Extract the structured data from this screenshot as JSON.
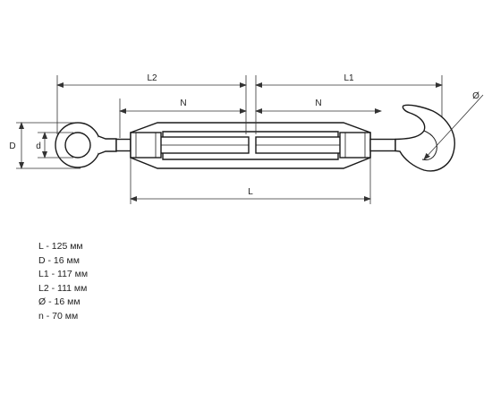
{
  "diagram": {
    "dimension_labels": {
      "L2": "L2",
      "L1": "L1",
      "N_left": "N",
      "N_right": "N",
      "L": "L",
      "D": "D",
      "d": "d",
      "diameter": "Ø"
    },
    "colors": {
      "outline": "#1a1a1a",
      "dimension_line": "#333333",
      "fill": "#ffffff"
    }
  },
  "specs": [
    {
      "text": "L - 125 мм"
    },
    {
      "text": "D - 16 мм"
    },
    {
      "text": "L1 - 117 мм"
    },
    {
      "text": "L2 - 111 мм"
    },
    {
      "text": "Ø - 16 мм"
    },
    {
      "text": "n - 70 мм"
    }
  ]
}
